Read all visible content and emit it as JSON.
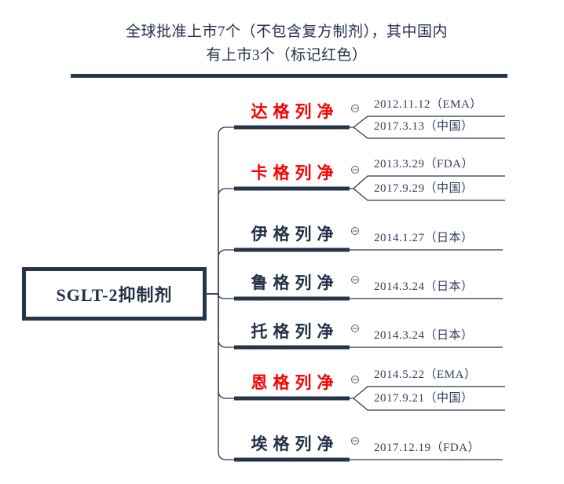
{
  "title": {
    "line1": "全球批准上市7个（不包含复方制剂），其中国内",
    "line2": "有上市3个（标记红色）"
  },
  "root": {
    "label": "SGLT-2抑制剂"
  },
  "branches": [
    {
      "label": "达格列净",
      "color": "red",
      "children": [
        {
          "text": "2012.11.12（EMA）"
        },
        {
          "text": "2017.3.13（中国）"
        }
      ]
    },
    {
      "label": "卡格列净",
      "color": "red",
      "children": [
        {
          "text": "2013.3.29（FDA）"
        },
        {
          "text": "2017.9.29（中国）"
        }
      ]
    },
    {
      "label": "伊格列净",
      "color": "navy",
      "children": [
        {
          "text": "2014.1.27（日本）"
        }
      ]
    },
    {
      "label": "鲁格列净",
      "color": "navy",
      "children": [
        {
          "text": "2014.3.24（日本）"
        }
      ]
    },
    {
      "label": "托格列净",
      "color": "navy",
      "children": [
        {
          "text": "2014.3.24（日本）"
        }
      ]
    },
    {
      "label": "恩格列净",
      "color": "red",
      "children": [
        {
          "text": "2014.5.22（EMA）"
        },
        {
          "text": "2017.9.21（中国）"
        }
      ]
    },
    {
      "label": "埃格列净",
      "color": "navy",
      "children": [
        {
          "text": "2017.12.19（FDA）"
        }
      ]
    }
  ],
  "colors": {
    "navy_line": "#2a3849",
    "navy_text": "#223047",
    "red_text": "#fa0000",
    "date_text": "#2d3f5e"
  },
  "icons": {
    "collapse": "minus-circle-icon"
  }
}
